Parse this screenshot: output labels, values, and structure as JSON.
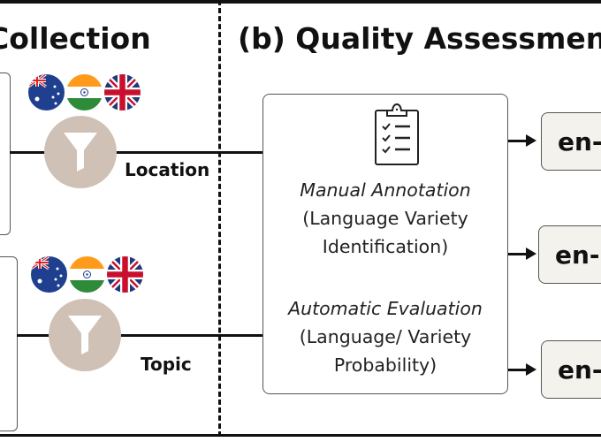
{
  "titles": {
    "a": "Collection",
    "b": "(b) Quality Assessment"
  },
  "filters": [
    {
      "label": "Location",
      "flags": [
        "australia-flag",
        "india-flag",
        "uk-flag"
      ],
      "icon": "funnel-icon"
    },
    {
      "label": "Topic",
      "flags": [
        "australia-flag",
        "india-flag",
        "uk-flag"
      ],
      "icon": "funnel-icon"
    }
  ],
  "quality": {
    "icon": "clipboard-checklist-icon",
    "manual_title": "Manual Annotation",
    "manual_line1": "(Language Variety",
    "manual_line2": "Identification)",
    "auto_title": "Automatic Evaluation",
    "auto_line1": "(Language/ Variety",
    "auto_line2": "Probability)"
  },
  "outputs": [
    {
      "label": "en-AU"
    },
    {
      "label": "en-IN"
    },
    {
      "label": "en-UK"
    }
  ],
  "colors": {
    "funnel_bg": "#cfc1b6",
    "output_bg": "#f3f2ec",
    "line": "#111111"
  }
}
